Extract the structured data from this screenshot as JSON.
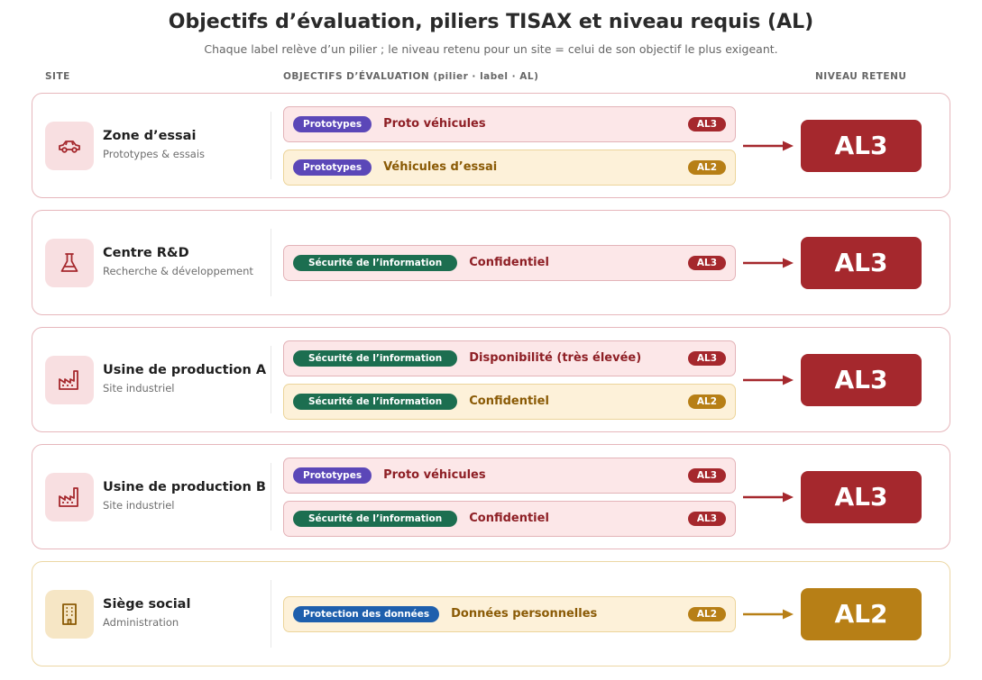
{
  "title": "Objectifs d’évaluation, piliers TISAX et niveau requis (AL)",
  "subtitle": "Chaque label relève d’un pilier ; le niveau retenu pour un site = celui de son objectif le plus exigeant.",
  "columns": {
    "site": "SITE",
    "objectives": "OBJECTIFS D’ÉVALUATION (pilier · label · AL)",
    "level": "NIVEAU RETENU"
  },
  "colors": {
    "al3": "#a5282d",
    "al2": "#b77f16",
    "pillar_prototypes": "#5b47b8",
    "pillar_securite": "#1c6e50",
    "pillar_donnees": "#1e5fad"
  },
  "sites": [
    {
      "name": "Zone d’essai",
      "desc": "Prototypes & essais",
      "icon": "car-icon",
      "level": "AL3",
      "objectives": [
        {
          "pillar": "Prototypes",
          "label": "Proto véhicules",
          "al": "AL3"
        },
        {
          "pillar": "Prototypes",
          "label": "Véhicules d’essai",
          "al": "AL2"
        }
      ]
    },
    {
      "name": "Centre R&D",
      "desc": "Recherche & développement",
      "icon": "flask-icon",
      "level": "AL3",
      "objectives": [
        {
          "pillar": "Sécurité de l’information",
          "label": "Confidentiel",
          "al": "AL3"
        }
      ]
    },
    {
      "name": "Usine de production A",
      "desc": "Site industriel",
      "icon": "factory-icon",
      "level": "AL3",
      "objectives": [
        {
          "pillar": "Sécurité de l’information",
          "label": "Disponibilité (très élevée)",
          "al": "AL3"
        },
        {
          "pillar": "Sécurité de l’information",
          "label": "Confidentiel",
          "al": "AL2"
        }
      ]
    },
    {
      "name": "Usine de production B",
      "desc": "Site industriel",
      "icon": "factory-icon",
      "level": "AL3",
      "objectives": [
        {
          "pillar": "Prototypes",
          "label": "Proto véhicules",
          "al": "AL3"
        },
        {
          "pillar": "Sécurité de l’information",
          "label": "Confidentiel",
          "al": "AL3"
        }
      ]
    },
    {
      "name": "Siège social",
      "desc": "Administration",
      "icon": "building-icon",
      "level": "AL2",
      "objectives": [
        {
          "pillar": "Protection des données",
          "label": "Données personnelles",
          "al": "AL2"
        }
      ]
    }
  ]
}
